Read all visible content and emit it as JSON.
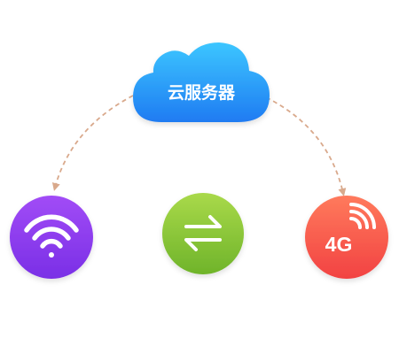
{
  "server": {
    "label": "云服务器",
    "icon": "cloud-icon",
    "color_top": "#3cc6ff",
    "color_bottom": "#1f7bf2"
  },
  "nodes": [
    {
      "icon": "wifi-icon",
      "label": "",
      "color_top": "#a14cf6",
      "color_bottom": "#7a2fe6"
    },
    {
      "icon": "swap-arrows-icon",
      "label": "",
      "color_top": "#a9d94a",
      "color_bottom": "#6fb42a"
    },
    {
      "icon": "cellular-signal-icon",
      "label": "4G",
      "color_top": "#ff7a5c",
      "color_bottom": "#f24242"
    }
  ],
  "connectors": {
    "color": "#d9a98c",
    "style": "dashed"
  }
}
